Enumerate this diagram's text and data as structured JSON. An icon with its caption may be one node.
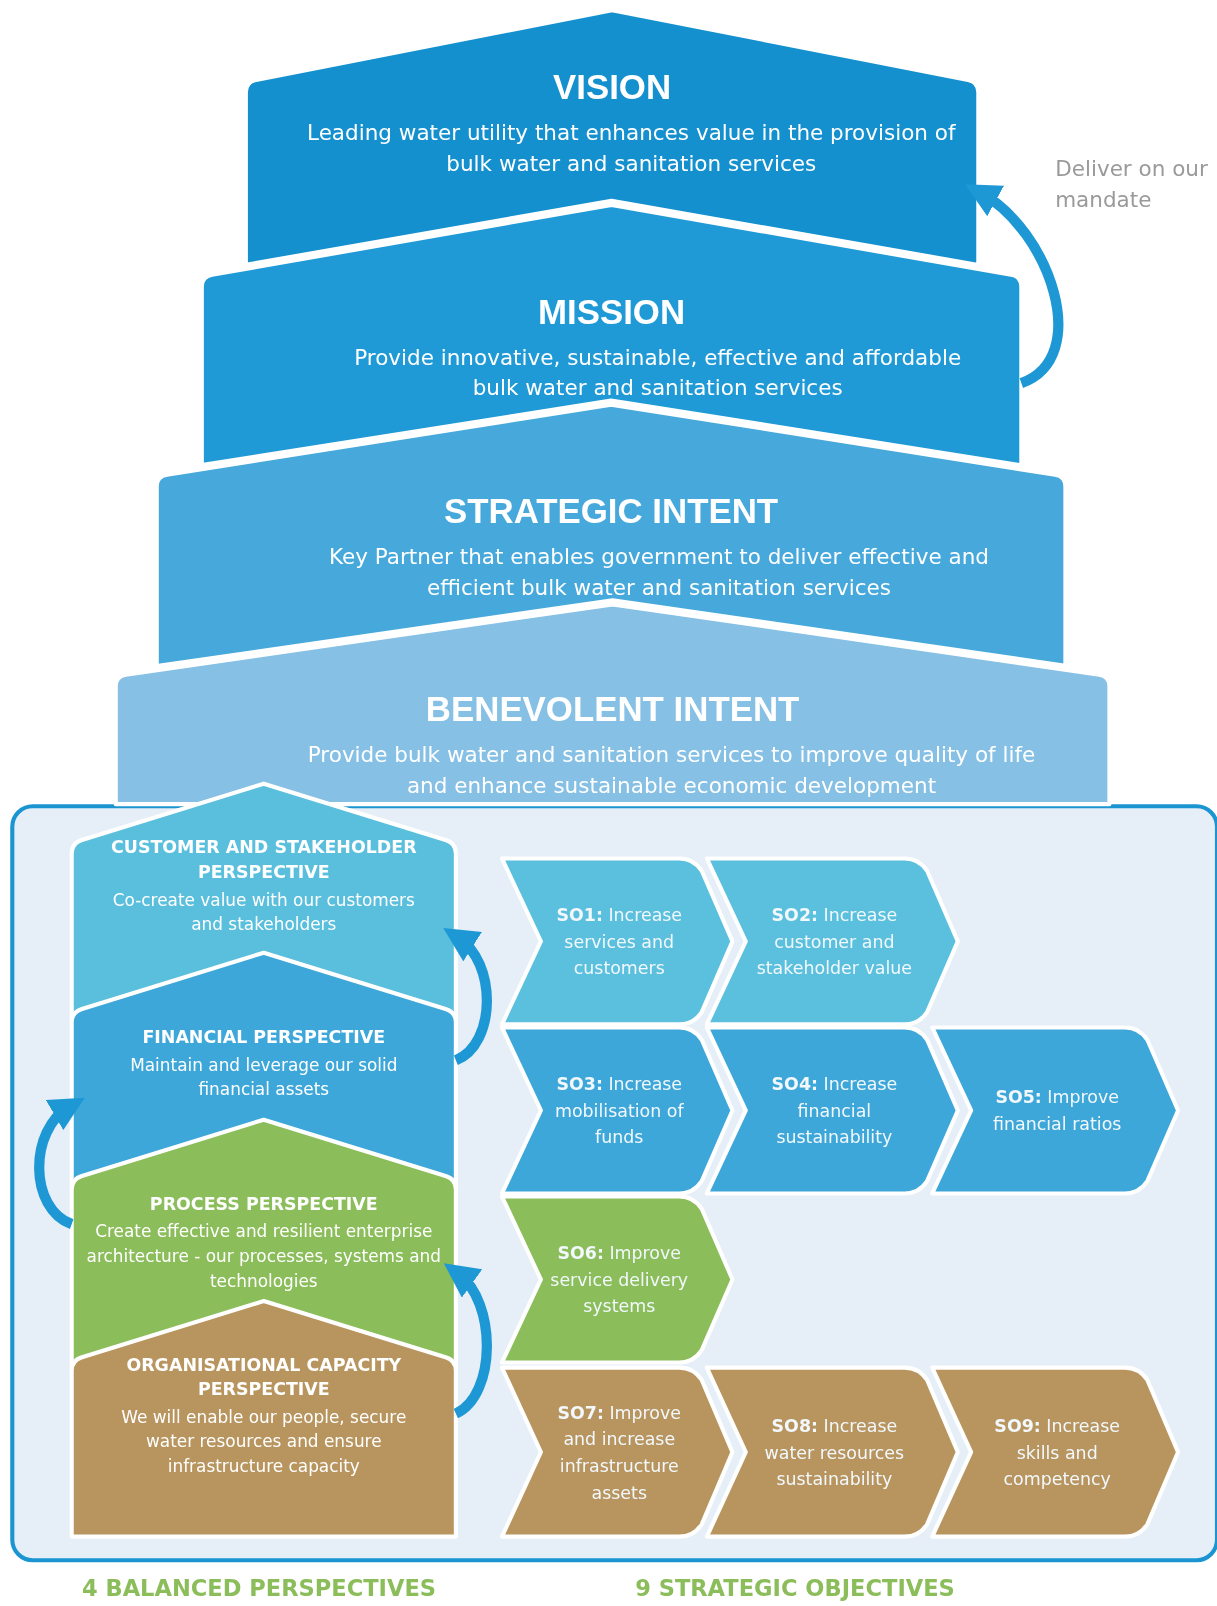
{
  "diagram": {
    "nodes": [
      {
        "text": [
          "VISION",
          "Leading water utility that enhances value in the provision of bulk water and sanitation services"
        ]
      },
      {
        "text": [
          "MISSION",
          "Provide innovative, sustainable, effective and affordable bulk water and sanitation services"
        ]
      },
      {
        "text": [
          "STRATEGIC INTENT",
          "Key Partner that enables government to deliver effective and efficient bulk water and sanitation services"
        ]
      },
      {
        "text": [
          "BENEVOLENT INTENT",
          "Provide bulk water and sanitation services to improve quality of life and enhance sustainable economic development"
        ]
      },
      {
        "text": [
          "CUSTOMER AND STAKEHOLDER PERSPECTIVE",
          "Co-create value with our customers and stakeholders"
        ]
      },
      {
        "text": [
          "**SO1:** Increase services and customers"
        ]
      },
      {
        "text": [
          "**SO2:** Increase customer and stakeholder value"
        ]
      },
      {
        "text": [
          "FINANCIAL PERSPECTIVE",
          "Maintain and leverage our solid financial assets"
        ]
      },
      {
        "text": [
          "**SO3:** Increase mobilisation of funds"
        ]
      },
      {
        "text": [
          "**SO4:** Increase financial sustainability"
        ]
      },
      {
        "text": [
          "**SO5:** Improve financial ratios"
        ]
      },
      {
        "text": [
          "PROCESS PERSPECTIVE",
          "Create effective and resilient enterprise architecture - our processes, systems and technologies"
        ]
      },
      {
        "text": [
          "**SO6:** Improve service delivery systems"
        ]
      },
      {
        "text": [
          "ORGANISATIONAL CAPACITY PERSPECTIVE",
          "We will enable our people, secure water resources and ensure infrastructure capacity"
        ]
      },
      {
        "text": [
          "**SO7:** Improve and increase infrastructure assets"
        ]
      },
      {
        "text": [
          "**SO8:** Increase water resources sustainability"
        ]
      },
      {
        "text": [
          "**SO9:** Increase skills and competency"
        ]
      }
    ],
    "edges": [
      {
        "from": 1,
        "to": 0,
        "arrow": "to",
        "label": "Deliver on our mandate"
      },
      {
        "from": 7,
        "to": 4,
        "arrow": "to"
      },
      {
        "from": 11,
        "to": 7,
        "arrow": "to"
      },
      {
        "from": 13,
        "to": 11,
        "arrow": "to"
      }
    ],
    "labels": [
      "4 BALANCED PERSPECTIVES",
      "9 STRATEGIC OBJECTIVES"
    ]
  }
}
